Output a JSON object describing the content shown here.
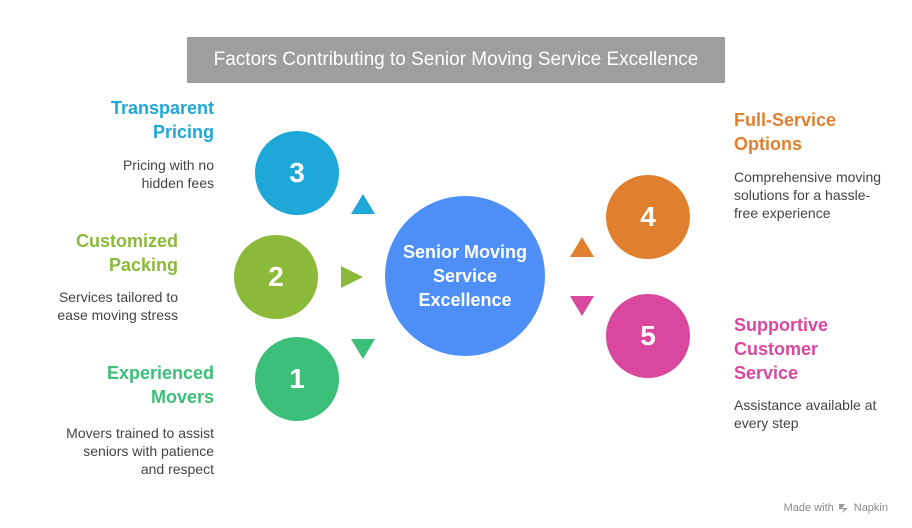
{
  "title": "Factors Contributing to Senior Moving Service Excellence",
  "center": {
    "label": "Senior Moving Service Excellence"
  },
  "factors": [
    {
      "number": "3",
      "heading": "Transparent Pricing",
      "description": "Pricing with no hidden fees",
      "color": "#1ea8d8"
    },
    {
      "number": "2",
      "heading": "Customized Packing",
      "description": "Services tailored to ease moving stress",
      "color": "#8bb93a"
    },
    {
      "number": "1",
      "heading": "Experienced Movers",
      "description": "Movers trained to assist seniors with patience and respect",
      "color": "#3cbf79"
    },
    {
      "number": "4",
      "heading": "Full-Service Options",
      "description": "Comprehensive moving solutions for a hassle-free experience",
      "color": "#e07f2e"
    },
    {
      "number": "5",
      "heading": "Supportive Customer Service",
      "description": "Assistance available at every step",
      "color": "#d9489e"
    }
  ],
  "footer": {
    "text": "Made with",
    "brand": "Napkin"
  }
}
